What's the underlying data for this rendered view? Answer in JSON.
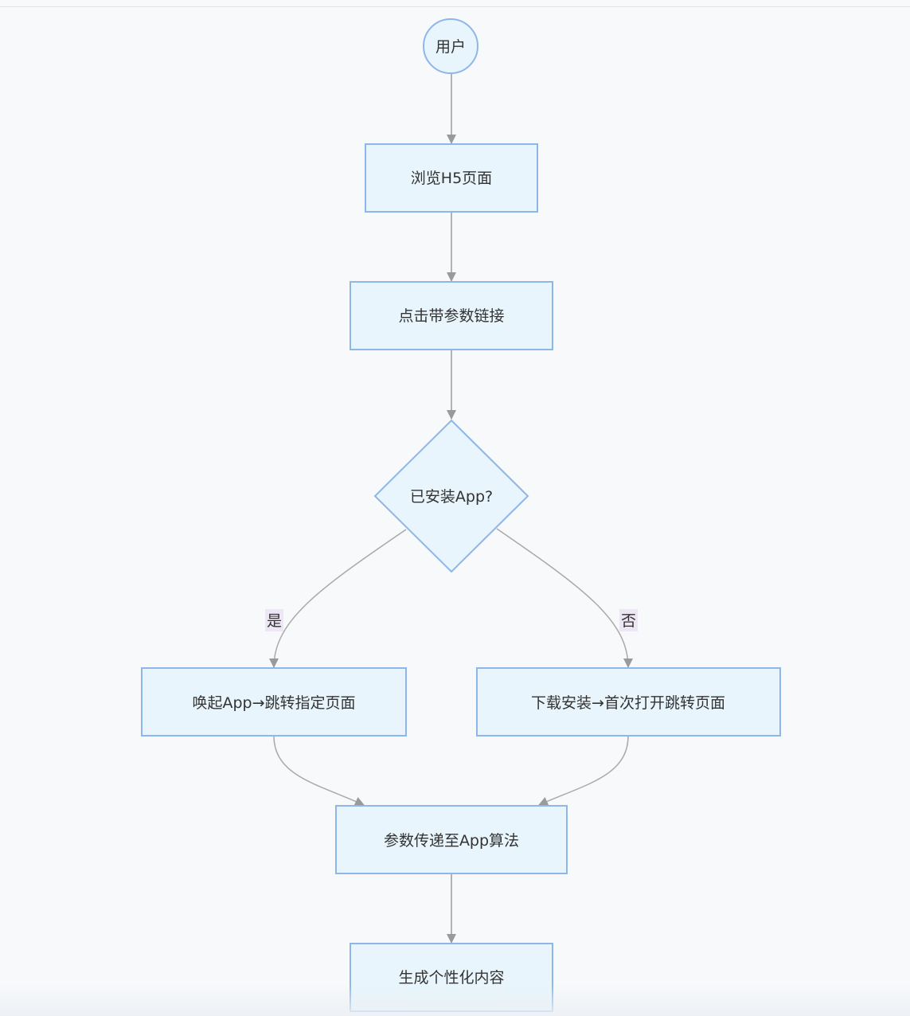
{
  "diagram": {
    "type": "flowchart",
    "colors": {
      "node_fill": "#e8f5fc",
      "node_stroke": "#8fb6e8",
      "edge": "#9a9a9a",
      "edge_label_bg": "#ece6f5",
      "text": "#333333"
    },
    "nodes": {
      "user": "用户",
      "browse_h5": "浏览H5页面",
      "click_link": "点击带参数链接",
      "app_installed": "已安装App?",
      "wake_app": "唤起App→跳转指定页面",
      "download_install": "下载安装→首次打开跳转页面",
      "pass_params": "参数传递至App算法",
      "personalized": "生成个性化内容"
    },
    "edge_labels": {
      "yes": "是",
      "no": "否"
    }
  }
}
